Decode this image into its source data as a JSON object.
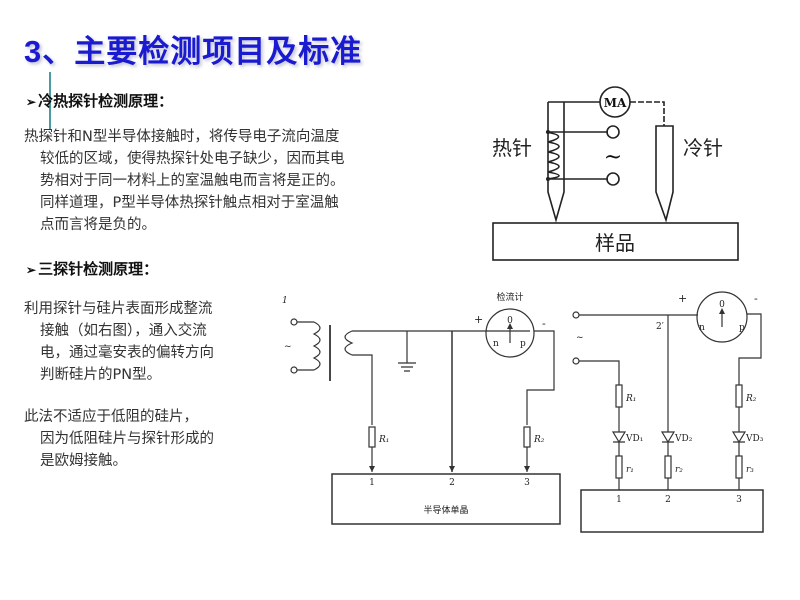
{
  "title": "3、主要检测项目及标准",
  "sections": [
    {
      "heading": "冷热探针检测原理：",
      "arrow": "➢",
      "paragraph_lines": [
        "热探针和N型半导体接触时，将传导电子流向温度",
        "较低的区域，使得热探针处电子缺少，因而其电",
        "势相对于同一材料上的室温触电而言将是正的。",
        "同样道理，P型半导体热探针触点相对于室温触",
        "点而言将是负的。"
      ]
    },
    {
      "heading": "三探针检测原理：",
      "arrow": "➢",
      "paragraph_lines": [
        "利用探针与硅片表面形成整流",
        "接触（如右图），通入交流",
        "电，通过毫安表的偏转方向",
        "判断硅片的PN型。"
      ],
      "paragraph2_lines": [
        "此法不适应于低阻的硅片，",
        "因为低阻硅片与探针形成的",
        "是欧姆接触。"
      ]
    }
  ],
  "diagram_hot_cold": {
    "meter_label": "MA",
    "hot_probe_label": "热针",
    "cold_probe_label": "冷针",
    "ac_symbol": "~",
    "sample_label": "样品"
  },
  "diagram_three_probe_a": {
    "figure_label": "1",
    "ac_symbol": "~",
    "meter_title": "检流计",
    "meter_zero": "0",
    "meter_n": "n",
    "meter_p": "p",
    "plus": "+",
    "minus": "-",
    "r1": "R₁",
    "r2": "R₂",
    "probe_numbers": [
      "1",
      "2",
      "3"
    ],
    "crystal_label": "半导体单晶"
  },
  "diagram_three_probe_b": {
    "ac_symbol": "~",
    "node_label": "2′",
    "meter_zero": "0",
    "meter_n": "n",
    "meter_p": "p",
    "plus": "+",
    "minus": "-",
    "R1": "R₁",
    "R2": "R₂",
    "diodes": [
      "VD₁",
      "VD₂",
      "VD₃"
    ],
    "small_r": [
      "r₁",
      "r₂",
      "r₃"
    ],
    "probe_numbers": [
      "1",
      "2",
      "3"
    ]
  }
}
